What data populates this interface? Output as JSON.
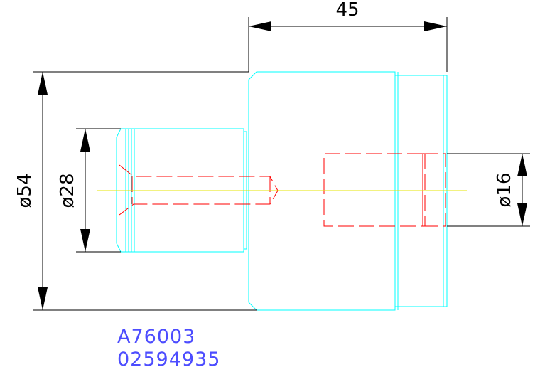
{
  "drawing": {
    "dimensions": {
      "length": "45",
      "outer_diameter": "ø54",
      "pin_diameter": "ø28",
      "bore_diameter": "ø16"
    },
    "part_number": "A76003",
    "order_number": "02594935"
  },
  "colors": {
    "outline": "#00ffff",
    "hidden": "#ff0000",
    "centerline": "#e6e600",
    "dimension": "#000000",
    "text": "#4d4dff"
  }
}
